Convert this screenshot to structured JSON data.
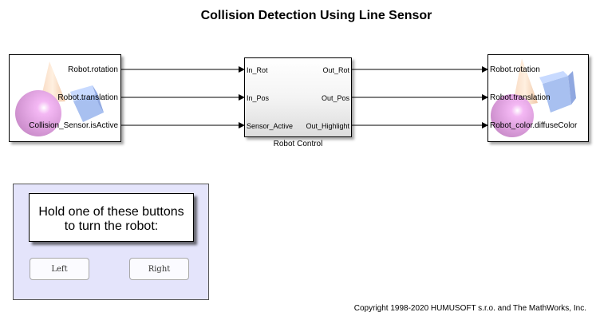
{
  "title": "Collision Detection Using Line Sensor",
  "source_block": {
    "type": "VR Source",
    "icon": "vr-scene-icon",
    "outputs": [
      "Robot.rotation",
      "Robot.translation",
      "Collision_Sensor.isActive"
    ]
  },
  "control_block": {
    "name": "Robot Control",
    "inputs": [
      "In_Rot",
      "In_Pos",
      "Sensor_Active"
    ],
    "outputs": [
      "Out_Rot",
      "Out_Pos",
      "Out_Highlight"
    ]
  },
  "sink_block": {
    "type": "VR Sink",
    "icon": "vr-scene-icon",
    "inputs": [
      "Robot.rotation",
      "Robot.translation",
      "Robot_color.diffuseColor"
    ]
  },
  "control_panel": {
    "instruction": "Hold one of these buttons to turn the robot:",
    "instruction_line1": "Hold one of these buttons",
    "instruction_line2": "to turn the robot:",
    "buttons": [
      {
        "label": "Left"
      },
      {
        "label": "Right"
      }
    ],
    "background_color": "#e4e4fb"
  },
  "copyright": "Copyright 1998-2020 HUMUSOFT s.r.o. and The MathWorks, Inc."
}
